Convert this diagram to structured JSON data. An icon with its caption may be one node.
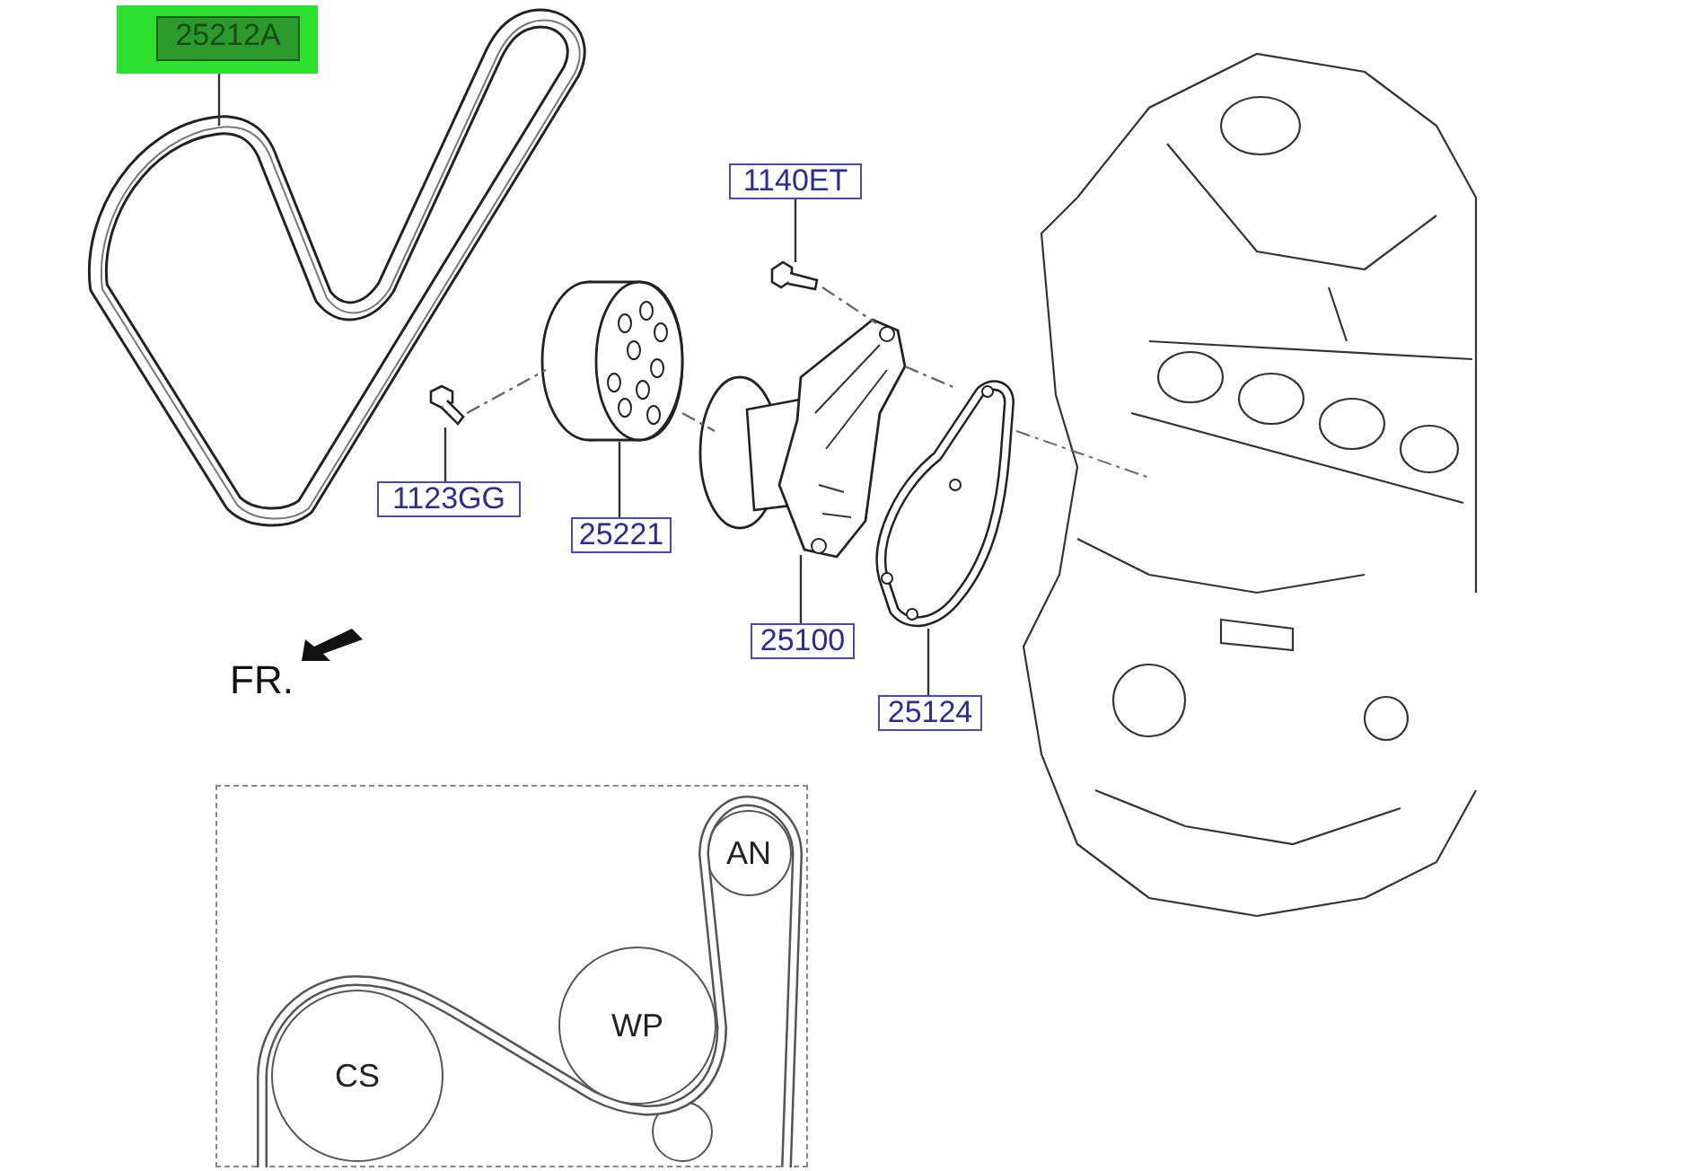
{
  "diagram": {
    "nodes": [
      {
        "text": [
          "25212A"
        ]
      },
      {
        "text": [],
        "shape": "picture"
      },
      {
        "text": [
          "1140ET"
        ]
      },
      {
        "text": [],
        "shape": "picture"
      },
      {
        "text": [],
        "shape": "picture"
      },
      {
        "text": [],
        "shape": "picture"
      },
      {
        "text": [],
        "shape": "picture"
      },
      {
        "text": [],
        "shape": "picture"
      },
      {
        "text": [
          "1123GG"
        ]
      },
      {
        "text": [
          "25221"
        ]
      },
      {
        "text": [
          "25100"
        ]
      },
      {
        "text": [
          "25124"
        ]
      },
      {
        "text": [],
        "shape": "box"
      },
      {
        "text": [
          "AN"
        ],
        "in": 12
      },
      {
        "text": [
          "WP"
        ],
        "in": 12
      },
      {
        "text": [
          "CS"
        ],
        "in": 12
      },
      {
        "text": [],
        "shape": "circle",
        "in": 12
      }
    ],
    "edges": [
      {
        "from": 0,
        "to": 1,
        "arrow": "none"
      },
      {
        "from": 2,
        "to": 3,
        "arrow": "none"
      },
      {
        "from": 8,
        "to": 5,
        "arrow": "none"
      },
      {
        "from": 9,
        "to": 4,
        "arrow": "none"
      },
      {
        "from": 10,
        "to": 6,
        "arrow": "none"
      },
      {
        "from": 11,
        "to": 7,
        "arrow": "none"
      },
      {
        "from": 5,
        "to": 4,
        "arrow": "none",
        "style": "dashed"
      },
      {
        "from": 4,
        "to": 6,
        "arrow": "none",
        "style": "dashed"
      },
      {
        "from": 3,
        "to": 6,
        "arrow": "none",
        "style": "dashed"
      },
      {
        "from": 6,
        "to": 7,
        "arrow": "none",
        "style": "dashed"
      }
    ],
    "labels": [
      "FR."
    ]
  }
}
